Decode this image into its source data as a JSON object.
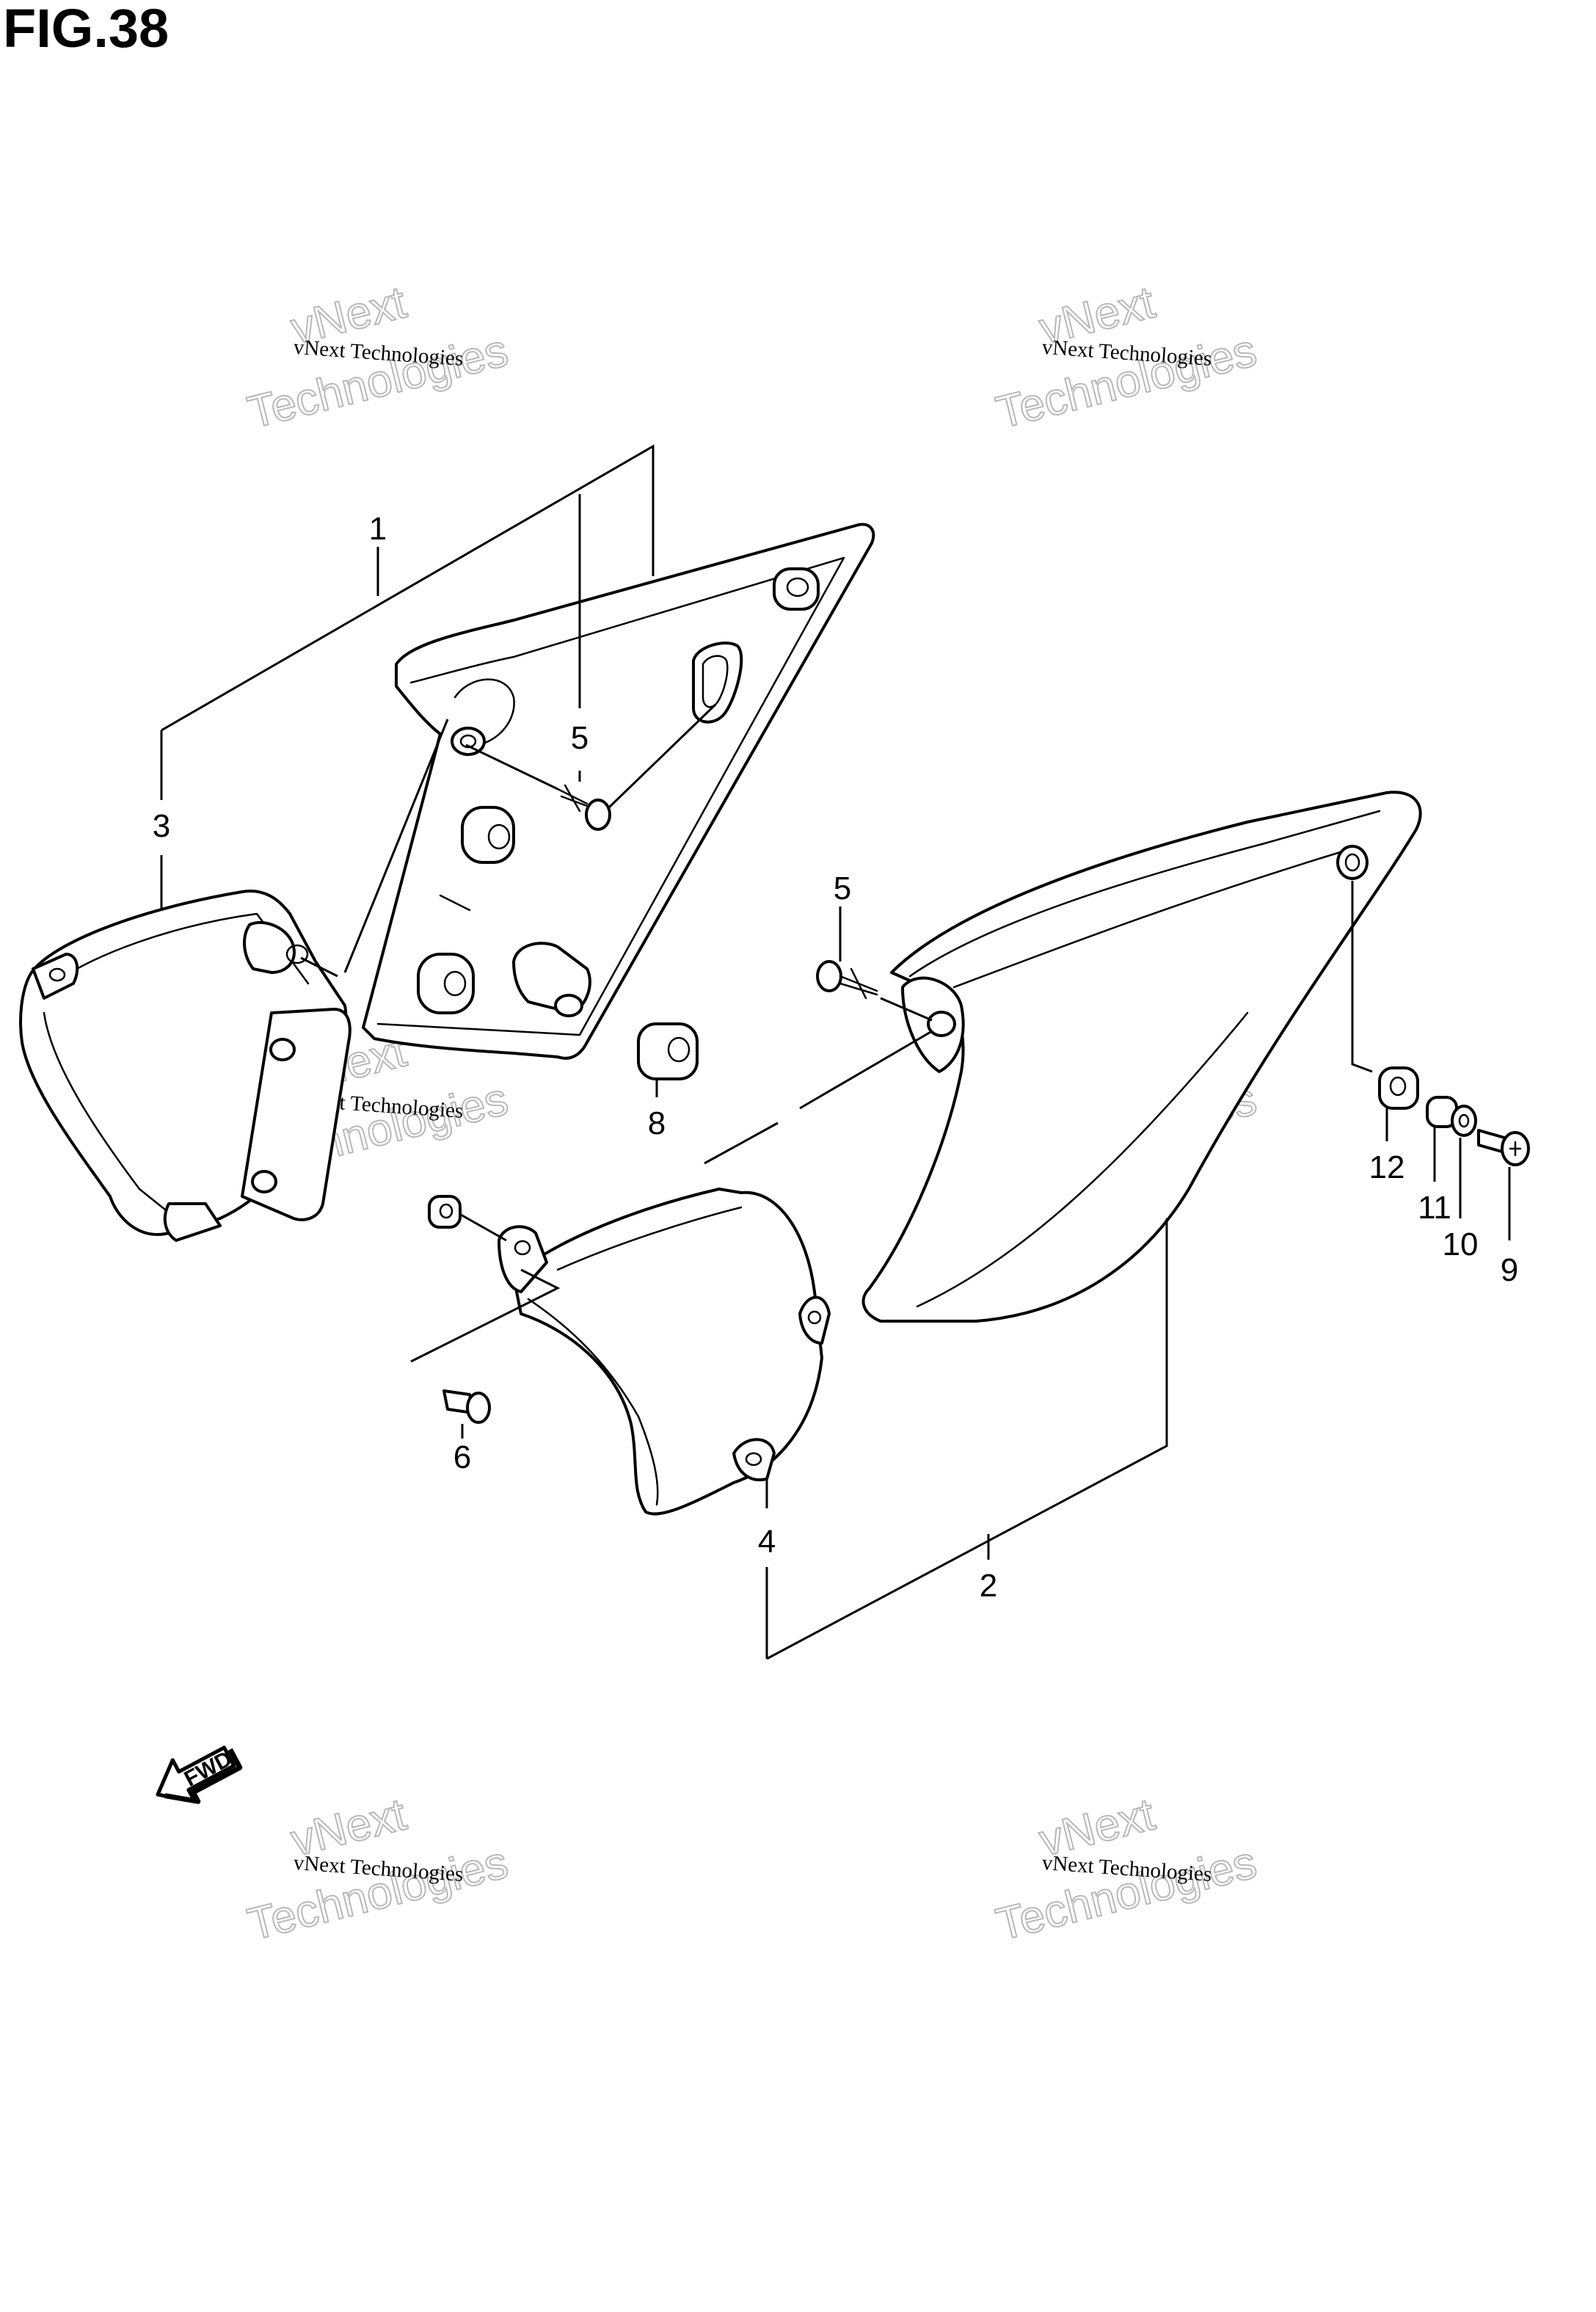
{
  "figure": {
    "title": "FIG.38"
  },
  "callouts": {
    "c1": "1",
    "c2": "2",
    "c3": "3",
    "c4": "4",
    "c5a": "5",
    "c5b": "5",
    "c6": "6",
    "c8": "8",
    "c9": "9",
    "c10": "10",
    "c11": "11",
    "c12": "12"
  },
  "direction_marker": {
    "label": "FWD"
  },
  "watermarks": {
    "line1": "vNext Technologies",
    "big": "Technologies",
    "small_top": "vNext"
  },
  "colors": {
    "ink": "#000000",
    "watermark": "#b8b8b8",
    "background": "#ffffff"
  }
}
